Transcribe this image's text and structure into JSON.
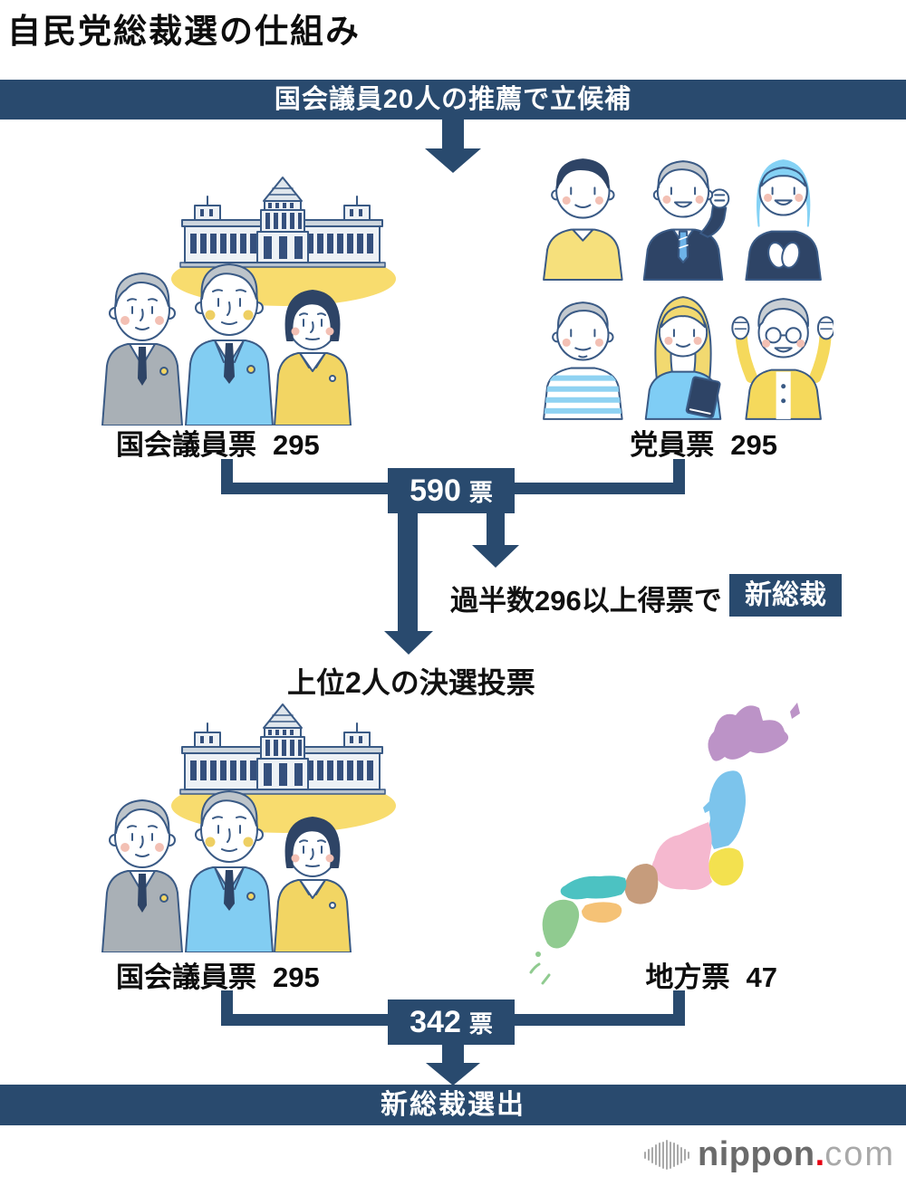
{
  "title": "自民党総裁選の仕組み",
  "nomination_banner": "国会議員20人の推薦で立候補",
  "round1": {
    "mp_label": "国会議員票",
    "mp_value": "295",
    "member_label": "党員票",
    "member_value": "295",
    "total_value": "590",
    "total_unit": "票",
    "majority_text": "過半数296以上得票で",
    "majority_result": "新総裁"
  },
  "runoff_heading": "上位2人の決選投票",
  "round2": {
    "mp_label": "国会議員票",
    "mp_value": "295",
    "local_label": "地方票",
    "local_value": "47",
    "total_value": "342",
    "total_unit": "票"
  },
  "final_banner": "新総裁選出",
  "logo": {
    "name": "nippon",
    "dot": ".",
    "tld": "com"
  },
  "colors": {
    "navy": "#294a6e",
    "text_black": "#0d0d0d",
    "logo_gray": "#6b6b6b",
    "logo_light_gray": "#a9a9a9",
    "logo_red": "#e60012",
    "map_hokkaido": "#bc93c7",
    "map_tohoku": "#7cc4ec",
    "map_kanto": "#f3e14f",
    "map_chubu": "#f5b8cf",
    "map_kansai": "#c69c7c",
    "map_chugoku": "#4cc2c2",
    "map_shikoku": "#f5c276",
    "map_kyushu": "#90cb90"
  },
  "illustrations": {
    "diet_building": "国会議事堂と国会議員3人のイラスト",
    "party_members": "党員・市民6人のイラスト",
    "japan_map": "地方ブロック色分けの日本地図"
  }
}
